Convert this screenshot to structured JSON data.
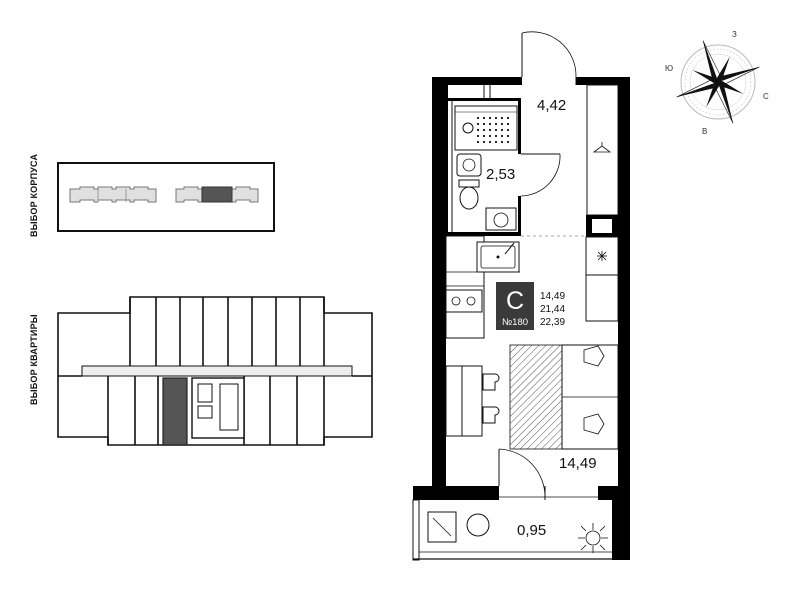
{
  "labels": {
    "building_select": "ВЫБОР КОРПУСА",
    "apartment_select": "ВЫБОР КВАРТИРЫ"
  },
  "apartment": {
    "type_letter": "С",
    "number": "№180",
    "areas_summary": [
      "14,49",
      "21,44",
      "22,39"
    ]
  },
  "rooms": {
    "hallway": "4,42",
    "bathroom": "2,53",
    "living": "14,49",
    "balcony": "0,95"
  },
  "compass": {
    "north": "С",
    "south": "Ю",
    "east": "В",
    "west": "З"
  },
  "colors": {
    "wall": "#000000",
    "selected": "#555555",
    "badge": "#3a3a3a",
    "unit": "#e0e0e0"
  },
  "building_selector": {
    "groups": [
      {
        "name": "left-group",
        "selected": false
      },
      {
        "name": "right-group",
        "selected": true
      }
    ]
  }
}
